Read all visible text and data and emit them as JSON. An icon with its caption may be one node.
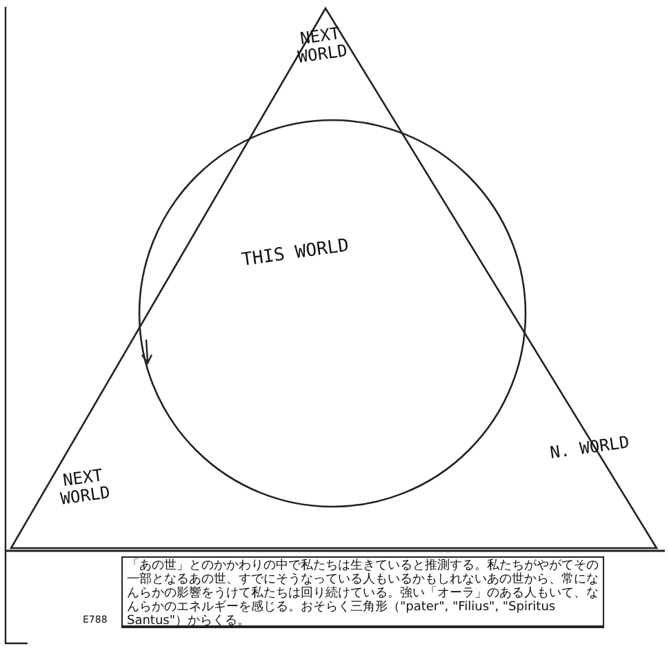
{
  "diagram": {
    "nodes": [
      {
        "text": [
          "THIS WORLD"
        ]
      },
      {
        "text": [
          "「あの世」とのかかわりの中で私たちは生きていると推測する。私たちがやがてその一部となるあの世、すでにそうなっている人もいるかもしれないあの世から、常になんらかの影響をうけて私たちは回り続けている。強い「オーラ」のある人もいて、なんらかのエネルギーを感じる。おそらく三角形（\"pater\", \"Filius\", \"Spiritus Santus\"）からくる。"
        ]
      }
    ],
    "edges": [],
    "labels": [
      "NEXT WORLD",
      "NEXT WORLD",
      "N. WORLD",
      "E788"
    ]
  }
}
